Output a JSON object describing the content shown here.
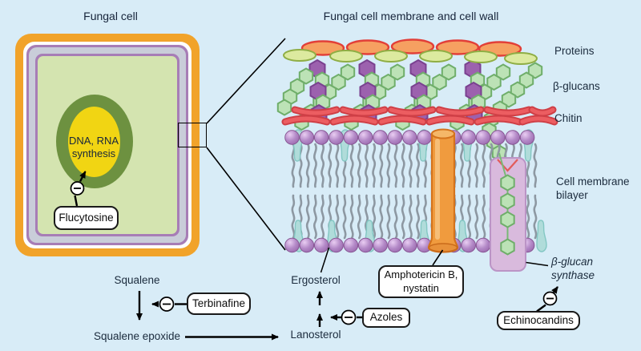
{
  "titles": {
    "left": "Fungal cell",
    "right": "Fungal cell membrane and cell wall"
  },
  "cell": {
    "nucleus_label": "DNA, RNA synthesis"
  },
  "membrane_labels": {
    "proteins": "Proteins",
    "beta_glucans": "β-glucans",
    "chitin": "Chitin",
    "bilayer": "Cell membrane bilayer",
    "synthase": "β-glucan synthase"
  },
  "pathway": {
    "squalene": "Squalene",
    "squalene_epoxide": "Squalene epoxide",
    "lanosterol": "Lanosterol",
    "ergosterol": "Ergosterol"
  },
  "drugs": {
    "flucytosine": "Flucytosine",
    "terbinafine": "Terbinafine",
    "azoles": "Azoles",
    "amphotericin": "Amphotericin B, nystatin",
    "echinocandins": "Echinocandins"
  },
  "icons": {
    "inhibition_symbol": "−"
  },
  "colors": {
    "background": "#d8ecf7",
    "cell_wall_orange": "#f1a32a",
    "membrane_purple": "#a77db6",
    "membrane_gray": "#c9cdd9",
    "cytoplasm_green": "#d4e4b0",
    "nucleus_ring_green": "#6d9140",
    "nucleolus_yellow": "#f1d513",
    "protein_orange": "#f6a061",
    "protein_yellow_green": "#dcea9f",
    "glucan_green": "#bce2b6",
    "glucan_purple": "#9c61ae",
    "chitin_red": "#ec5d61",
    "head_purple": "#b389c7",
    "tail_gray": "#8d98a2",
    "sterol_teal": "#b0dcda",
    "pore_orange": "#f09b3e",
    "synthase_lavender": "#d9badd"
  }
}
